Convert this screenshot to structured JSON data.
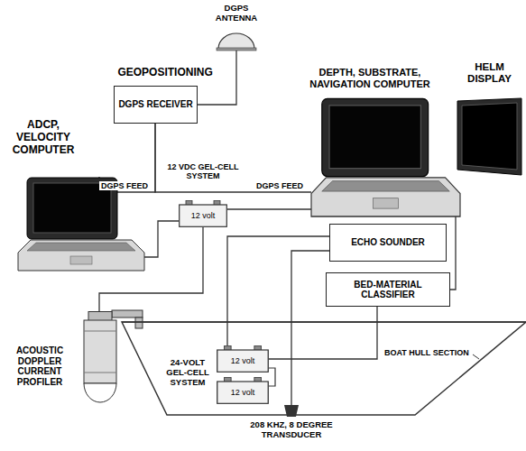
{
  "diagram": {
    "nodes": [
      {
        "text": [
          "DGPS ANTENNA"
        ]
      },
      {
        "text": [
          "GEOPOSITIONING",
          "DGPS RECEIVER"
        ]
      },
      {
        "text": [
          "ADCP, VELOCITY COMPUTER"
        ]
      },
      {
        "text": [
          "DEPTH, SUBSTRATE, NAVIGATION COMPUTER"
        ]
      },
      {
        "text": [
          "HELM DISPLAY"
        ]
      },
      {
        "text": [
          "12 VDC GEL-CELL SYSTEM",
          "12 volt"
        ]
      },
      {
        "text": [
          "ECHO SOUNDER"
        ]
      },
      {
        "text": [
          "BED-MATERIAL CLASSIFIER"
        ]
      },
      {
        "text": [
          "BOAT HULL SECTION"
        ]
      },
      {
        "text": [
          "24-VOLT GEL-CELL SYSTEM",
          "12 volt"
        ],
        "in": 8
      },
      {
        "text": [
          "12 volt"
        ],
        "in": 8
      },
      {
        "text": [
          "ACOUSTIC DOPPLER CURRENT PROFILER"
        ]
      },
      {
        "text": [
          "208 KHZ, 8 DEGREE TRANSDUCER"
        ]
      }
    ],
    "edges": [
      {
        "from": 0,
        "to": 1,
        "arrow": "none"
      },
      {
        "from": 1,
        "to": 2,
        "label": "DGPS FEED",
        "arrow": "none"
      },
      {
        "from": 1,
        "to": 3,
        "label": "DGPS FEED",
        "arrow": "none"
      },
      {
        "from": 5,
        "to": 2,
        "arrow": "none"
      },
      {
        "from": 5,
        "to": 3,
        "arrow": "none"
      },
      {
        "from": 5,
        "to": 11,
        "arrow": "none"
      },
      {
        "from": 3,
        "to": 7,
        "arrow": "none"
      },
      {
        "from": 6,
        "to": 9,
        "arrow": "none"
      },
      {
        "from": 6,
        "to": 12,
        "arrow": "none"
      },
      {
        "from": 7,
        "to": 9,
        "arrow": "none"
      }
    ]
  }
}
